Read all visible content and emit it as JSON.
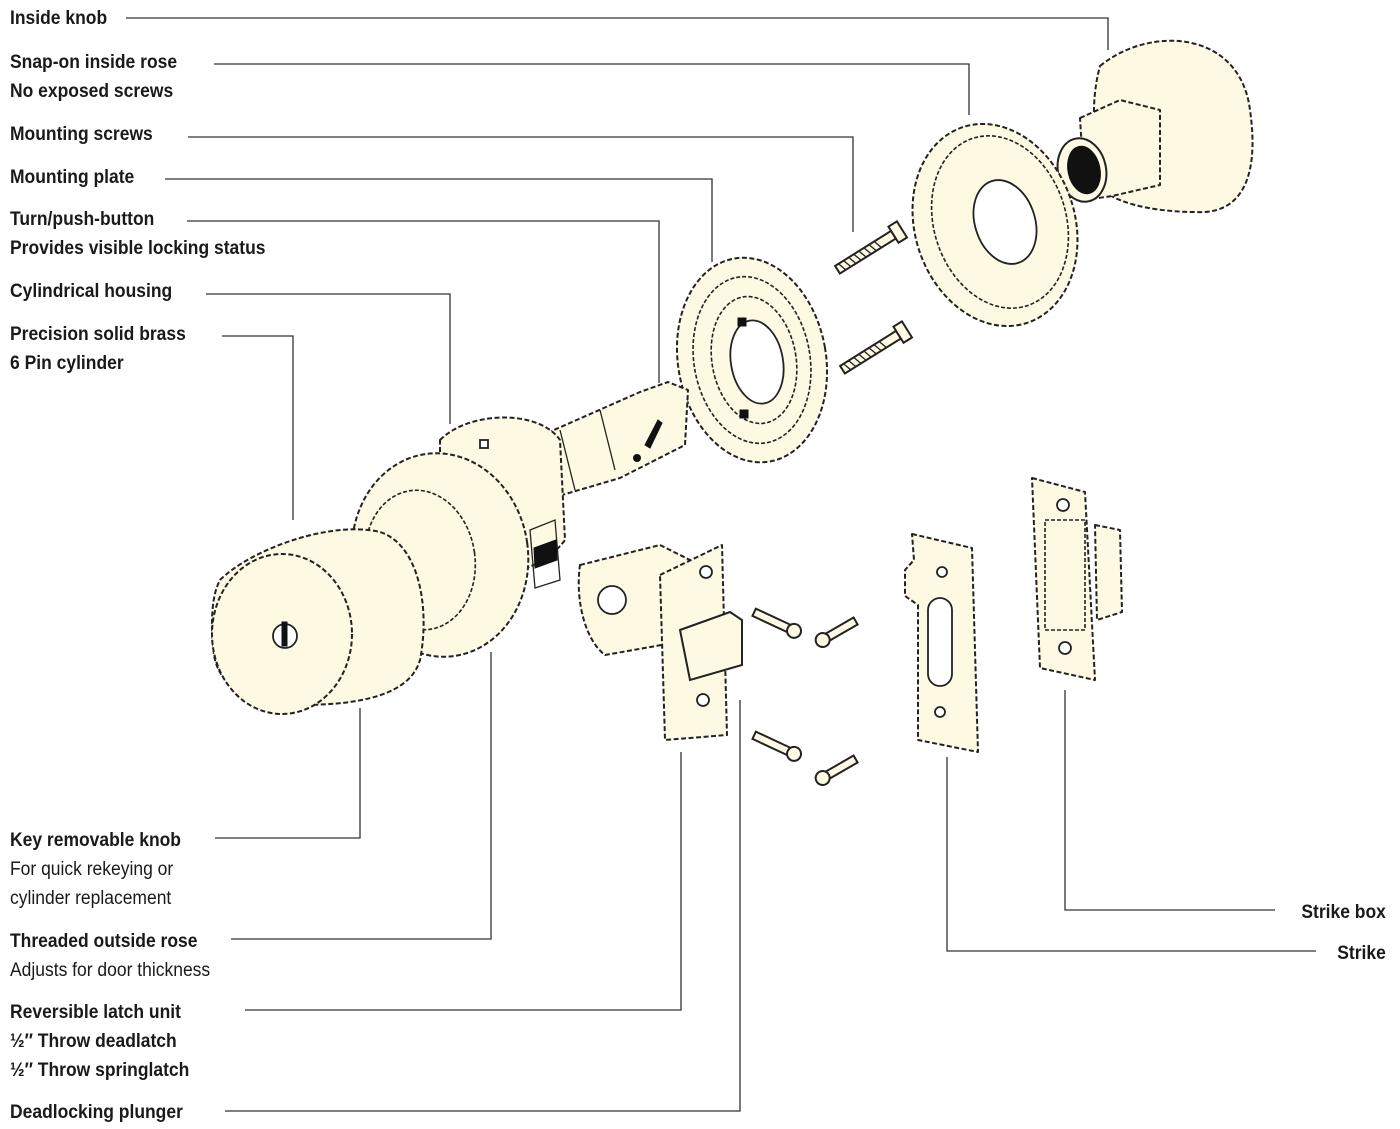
{
  "callouts": {
    "inside_knob": {
      "title": "Inside knob"
    },
    "inside_rose": {
      "title": "Snap-on inside rose",
      "lines": [
        "No exposed screws"
      ]
    },
    "mounting_screws": {
      "title": "Mounting screws"
    },
    "mounting_plate": {
      "title": "Mounting plate"
    },
    "turn_button": {
      "title": "Turn/push-button",
      "lines": [
        "Provides visible locking status"
      ]
    },
    "housing": {
      "title": "Cylindrical housing"
    },
    "cylinder": {
      "title": "Precision solid brass",
      "lines": [
        "6 Pin cylinder"
      ]
    },
    "key_knob": {
      "title": "Key removable knob",
      "lines": [
        "For quick rekeying or",
        "cylinder replacement"
      ]
    },
    "outside_rose": {
      "title": "Threaded outside rose",
      "lines": [
        "Adjusts for door thickness"
      ]
    },
    "latch": {
      "title": "Reversible latch unit",
      "lines": [
        "½″  Throw deadlatch",
        "½″  Throw springlatch"
      ]
    },
    "plunger": {
      "title": "Deadlocking plunger"
    },
    "strike_box": {
      "title": "Strike box"
    },
    "strike": {
      "title": "Strike"
    }
  },
  "colors": {
    "part_fill": "#fdf9e3",
    "outline": "#222222",
    "leader": "#333333"
  }
}
